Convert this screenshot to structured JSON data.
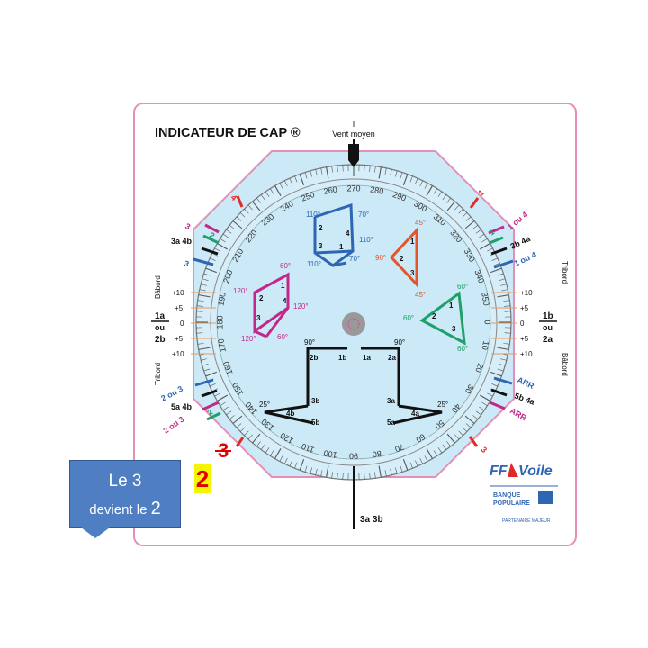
{
  "title": "INDICATEUR DE CAP ®",
  "wind_marker": {
    "tick": "I",
    "label": "Vent moyen"
  },
  "compass": {
    "degree_labels": [
      "0",
      "10",
      "20",
      "30",
      "40",
      "50",
      "60",
      "70",
      "80",
      "90",
      "100",
      "110",
      "120",
      "130",
      "140",
      "150",
      "160",
      "170",
      "180",
      "190",
      "200",
      "210",
      "220",
      "230",
      "240",
      "250",
      "260",
      "270",
      "280",
      "290",
      "300",
      "310",
      "320",
      "330",
      "340",
      "350"
    ]
  },
  "rim_labels": {
    "top_right_1": "1",
    "top_right_1ou4": "1 ou 4",
    "top_right_green": "1",
    "top_right_3b4a": "3b 4a",
    "top_right_1ou4_blue": "1 ou 4",
    "top_left_red": "4",
    "top_left_3": "3",
    "top_left_2": "2",
    "top_left_3a4b": "3a 4b",
    "top_left_blue": "3",
    "bottom_right_arr_blue": "ARR",
    "bottom_right_5b4a": "5b 4a",
    "bottom_right_arr_pink": "ARR",
    "bottom_right_red": "3",
    "bottom_left_2ou3_blue": "2 ou 3",
    "bottom_left_5a4b": "5a 4b",
    "bottom_left_2ou3_pink": "2 ou 3",
    "bottom_left_green": "2"
  },
  "side_scale": {
    "ticks_top": [
      "+10",
      "+5",
      "0"
    ],
    "ticks_bottom": [
      "+5",
      "+10"
    ],
    "left_top": "Bâbord",
    "left_bottom": "Tribord",
    "right_top": "Tribord",
    "right_bottom": "Bâbord",
    "left_label": {
      "top": "1a",
      "mid": "ou",
      "bottom": "2b"
    },
    "right_label": {
      "top": "1b",
      "mid": "ou",
      "bottom": "2a"
    }
  },
  "figures": {
    "blue": {
      "nums": [
        "2",
        "4",
        "3",
        "1"
      ],
      "angles": [
        "110°",
        "70°",
        "110°",
        "110°",
        "70°"
      ]
    },
    "orange": {
      "nums": [
        "1",
        "2",
        "3"
      ],
      "angles": [
        "45°",
        "90°",
        "45°"
      ]
    },
    "magenta": {
      "nums": [
        "1",
        "2",
        "4",
        "3"
      ],
      "angles": [
        "60°",
        "120°",
        "120°",
        "120°",
        "60°"
      ]
    },
    "green": {
      "nums": [
        "1",
        "2",
        "3"
      ],
      "angles": [
        "60°",
        "60°",
        "60°"
      ]
    },
    "black": {
      "labels": [
        "2b",
        "1b",
        "1a",
        "2a",
        "3b",
        "3a",
        "4b",
        "4a",
        "5b",
        "5a"
      ],
      "angles": [
        "90°",
        "90°",
        "25°",
        "25°"
      ]
    }
  },
  "bottom_marker": "3a 3b",
  "logos": {
    "ff": "FF",
    "voile": "Voile",
    "bank_line1": "BANQUE",
    "bank_line2": "POPULAIRE",
    "bank_line3": "PARTENAIRE MAJEUR"
  },
  "annotation": {
    "callout_line1": "Le 3",
    "callout_line2_prefix": "devient le",
    "callout_line2_num": "2",
    "highlight_number": "2",
    "struck_number": "3"
  },
  "colors": {
    "frame": "#e58fb7",
    "dial": "#cbe9f6",
    "blue": "#2f66b3",
    "orange": "#e5542a",
    "magenta": "#c2288a",
    "green": "#1fa06a",
    "red": "#e02a2a",
    "black": "#111111"
  }
}
